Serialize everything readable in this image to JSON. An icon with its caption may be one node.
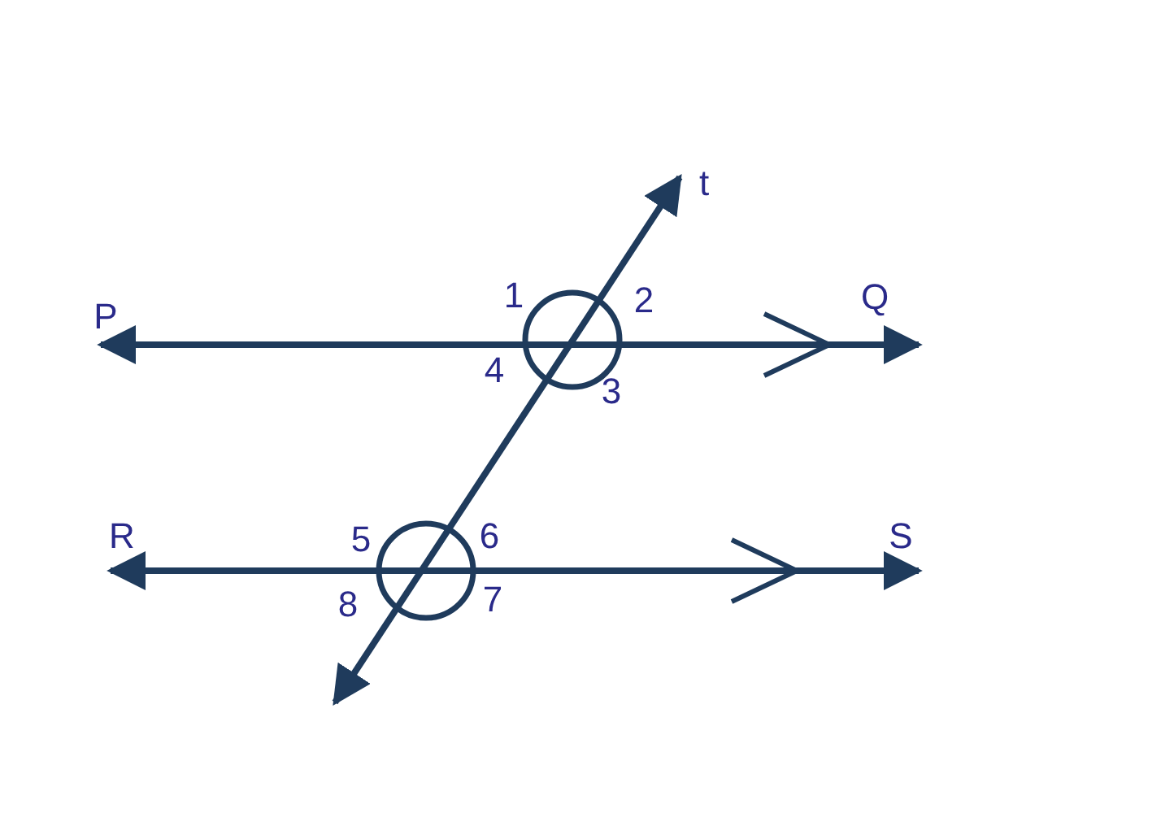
{
  "diagram": {
    "nodes": [
      {
        "text": [
          "t"
        ]
      },
      {
        "text": [
          "P"
        ]
      },
      {
        "text": [
          "Q"
        ]
      },
      {
        "text": [
          "R"
        ]
      },
      {
        "text": [
          "S"
        ]
      }
    ],
    "edges": [
      {
        "from": 1,
        "to": 2,
        "arrow": "both"
      },
      {
        "from": 3,
        "to": 4,
        "arrow": "both"
      },
      {
        "from": null,
        "to": 0,
        "arrow": "both"
      }
    ],
    "labels": [
      "1",
      "2",
      "4",
      "3",
      "5",
      "6",
      "8",
      "7"
    ]
  }
}
